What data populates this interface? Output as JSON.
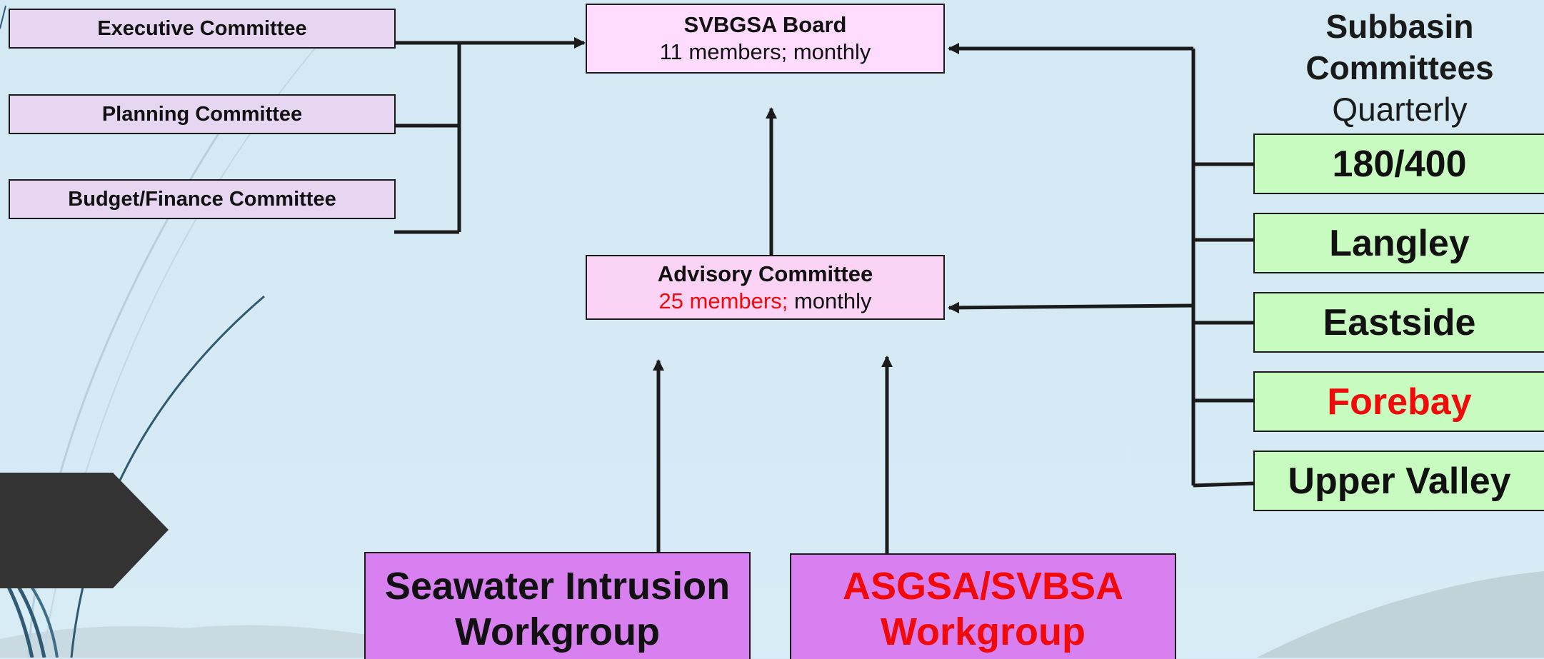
{
  "committees": [
    {
      "label": "Executive Committee"
    },
    {
      "label": "Planning Committee"
    },
    {
      "label": "Budget/Finance Committee"
    }
  ],
  "board": {
    "title": "SVBGSA Board",
    "subtitle": "11 members; monthly"
  },
  "advisory": {
    "title": "Advisory Committee",
    "members": "25 members;",
    "frequency": " monthly"
  },
  "subbasin": {
    "heading_line1": "Subbasin",
    "heading_line2": "Committees",
    "heading_line3": "Quarterly",
    "items": [
      {
        "label": "180/400",
        "color": "#111111"
      },
      {
        "label": "Langley",
        "color": "#111111"
      },
      {
        "label": "Eastside",
        "color": "#111111"
      },
      {
        "label": "Forebay",
        "color": "#f00a0a"
      },
      {
        "label": "Upper Valley",
        "color": "#111111"
      }
    ]
  },
  "workgroups": [
    {
      "line1": "Seawater Intrusion",
      "line2": "Workgroup",
      "color": "#111111"
    },
    {
      "line1": "ASGSA/SVBSA",
      "line2": "Workgroup",
      "color": "#f00a0a"
    }
  ],
  "colors": {
    "committee_fill": "#e6d6f2",
    "board_fill": "#ffdcff",
    "advisory_fill": "#fbd3f4",
    "subbasin_fill": "#c8fbbf",
    "workgroup_fill": "#d880f0",
    "highlight_red": "#f00a0a"
  }
}
